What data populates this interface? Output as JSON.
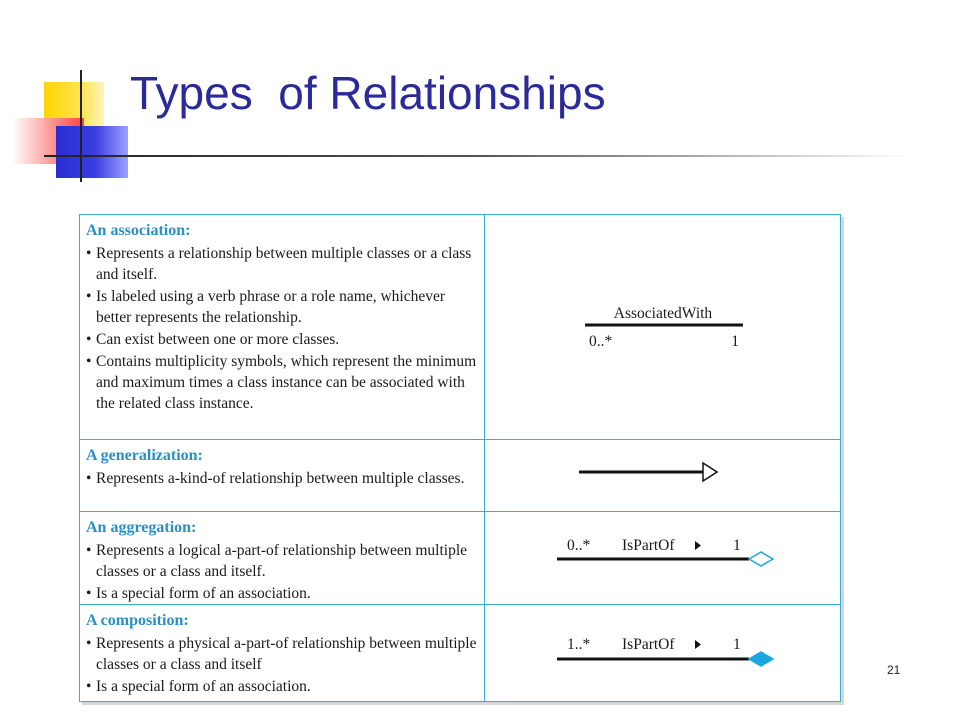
{
  "title": "Types  of Relationships",
  "page_number": "21",
  "colors": {
    "title": "#2a2a9a",
    "heading": "#2a8fc4",
    "border": "#3ab0d0",
    "composition_diamond": "#1aa6e0"
  },
  "rows": [
    {
      "heading": "An association:",
      "bullets": [
        "Represents a relationship between multiple classes or a class and itself.",
        "Is labeled using a verb phrase or a role name, whichever better represents the relationship.",
        "Can exist between one or more classes.",
        "Contains multiplicity symbols, which represent the minimum and maximum times a class instance can be associated with the related class instance."
      ],
      "figure": {
        "label": "AssociatedWith",
        "left_mult": "0..*",
        "right_mult": "1"
      }
    },
    {
      "heading": "A generalization:",
      "bullets": [
        "Represents a-kind-of relationship between multiple classes."
      ],
      "figure": {}
    },
    {
      "heading": "An aggregation:",
      "bullets": [
        "Represents a logical a-part-of relationship between multiple classes or a class and itself.",
        "Is a special form of an association."
      ],
      "figure": {
        "left_mult": "0..*",
        "label": "IsPartOf",
        "right_mult": "1"
      }
    },
    {
      "heading": "A composition:",
      "bullets": [
        "Represents a physical a-part-of relationship between multiple classes or a class and itself",
        "Is a special form of an association."
      ],
      "figure": {
        "left_mult": "1..*",
        "label": "IsPartOf",
        "right_mult": "1"
      }
    }
  ]
}
